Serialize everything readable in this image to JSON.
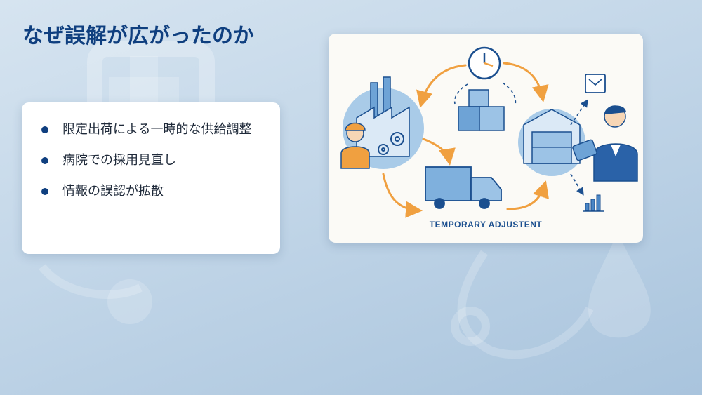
{
  "slide": {
    "title": "なぜ誤解が広がったのか",
    "bullets": [
      "限定出荷による一時的な供給調整",
      "病院での採用見直し",
      "情報の誤認が拡散"
    ]
  },
  "illustration": {
    "caption": "TEMPORARY ADJUSTENT",
    "icons": [
      "factory-icon",
      "worker-icon",
      "gear-icon",
      "clock-icon",
      "boxes-icon",
      "warehouse-icon",
      "truck-icon",
      "businessman-icon",
      "tablet-icon",
      "mail-icon",
      "bar-chart-icon"
    ]
  },
  "colors": {
    "title": "#0f3f7f",
    "accent_blue": "#4a86c5",
    "light_blue": "#a9cbe8",
    "orange": "#f0a040",
    "card_bg": "#ffffff"
  }
}
